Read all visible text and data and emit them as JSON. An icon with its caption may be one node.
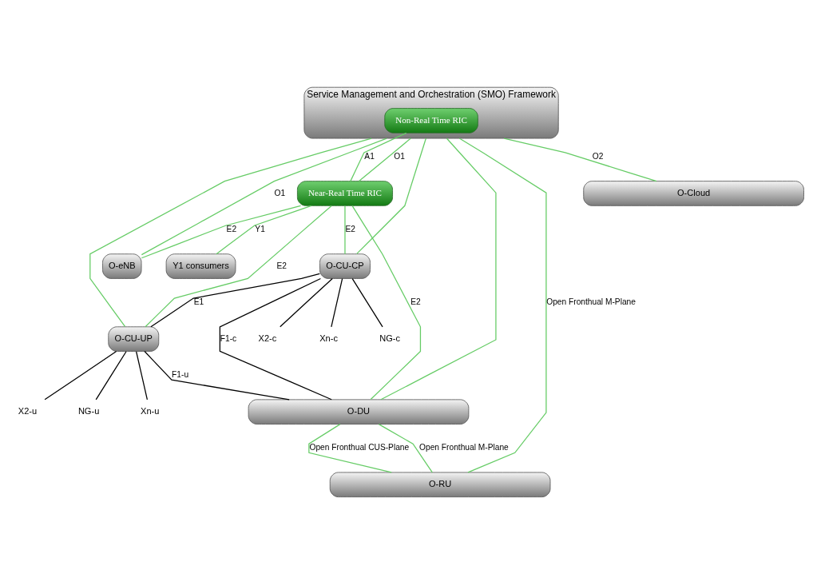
{
  "diagram": {
    "nodes": [
      {
        "text": [
          "Service Management and Orchestration (SMO) Framework"
        ]
      },
      {
        "text": [
          "Non-Real Time RIC"
        ],
        "in": 0
      },
      {
        "text": [
          "Near-Real Time RIC"
        ]
      },
      {
        "text": [
          "Y1 consumers"
        ]
      },
      {
        "text": [
          "O-eNB"
        ]
      },
      {
        "text": [
          "O-CU-CP"
        ]
      },
      {
        "text": [
          "O-CU-UP"
        ]
      },
      {
        "text": [
          "O-DU"
        ]
      },
      {
        "text": [
          "O-RU"
        ]
      },
      {
        "text": [
          "O-Cloud"
        ]
      },
      {
        "text": [
          "X2-c"
        ]
      },
      {
        "text": [
          "X2-u"
        ]
      },
      {
        "text": [
          "NG-u"
        ]
      },
      {
        "text": [
          "Xn-u"
        ]
      },
      {
        "text": [
          "Xn-c"
        ]
      },
      {
        "text": [
          "NG-c"
        ]
      }
    ],
    "edges": [
      {
        "from": 0,
        "to": 4,
        "arrow": "none",
        "label": "O1"
      },
      {
        "from": 0,
        "to": 8,
        "arrow": "none",
        "label": "Open Fronthual M-Plane"
      },
      {
        "from": 0,
        "to": 9,
        "arrow": "none",
        "label": "O2"
      },
      {
        "from": 1,
        "to": 2,
        "arrow": "none",
        "label": "A1"
      },
      {
        "from": 2,
        "to": 3,
        "arrow": "none",
        "label": "Y1"
      },
      {
        "from": 2,
        "to": 4,
        "arrow": "none",
        "label": "E2"
      },
      {
        "from": 2,
        "to": 5,
        "arrow": "none",
        "label": "E2"
      },
      {
        "from": 2,
        "to": 6,
        "arrow": "none",
        "label": "E2"
      },
      {
        "from": 2,
        "to": 7,
        "arrow": "none",
        "label": "E2"
      },
      {
        "from": 0,
        "to": 2,
        "arrow": "none",
        "label": "O1"
      },
      {
        "from": 0,
        "to": 5,
        "arrow": "none"
      },
      {
        "from": 0,
        "to": 6,
        "arrow": "none"
      },
      {
        "from": 0,
        "to": 7,
        "arrow": "none"
      },
      {
        "from": 7,
        "to": 8,
        "arrow": "none",
        "label": "Open Fronthual CUS-Plane"
      },
      {
        "from": 7,
        "to": 8,
        "arrow": "none",
        "label": "Open Fronthual M-Plane"
      },
      {
        "from": 5,
        "to": 6,
        "arrow": "none",
        "label": "E1",
        "color": "#000000"
      },
      {
        "from": 5,
        "to": 10,
        "arrow": "none",
        "color": "#000000"
      },
      {
        "from": 6,
        "to": 11,
        "arrow": "none",
        "color": "#000000"
      },
      {
        "from": 6,
        "to": 12,
        "arrow": "none",
        "color": "#000000"
      },
      {
        "from": 6,
        "to": 13,
        "arrow": "none",
        "color": "#000000"
      },
      {
        "from": 5,
        "to": 14,
        "arrow": "none",
        "color": "#000000"
      },
      {
        "from": 5,
        "to": 15,
        "arrow": "none",
        "color": "#000000"
      },
      {
        "from": 5,
        "to": 7,
        "arrow": "none",
        "label": "F1-c",
        "color": "#000000"
      },
      {
        "from": 6,
        "to": 7,
        "arrow": "none",
        "label": "F1-u",
        "color": "#000000"
      }
    ]
  }
}
